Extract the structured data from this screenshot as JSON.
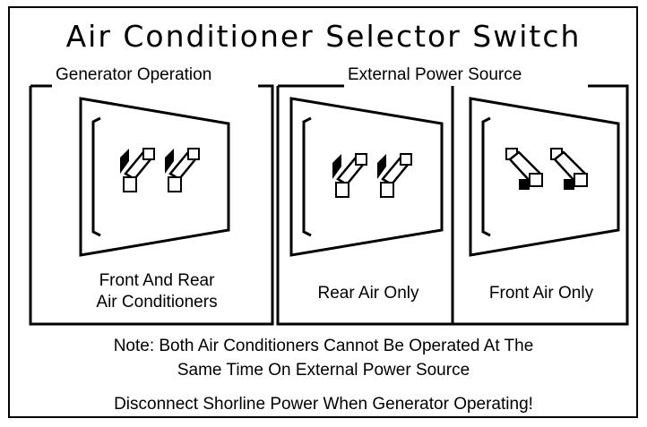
{
  "title": "Air Conditioner Selector Switch",
  "groups": {
    "generator": "Generator Operation",
    "external": "External Power Source"
  },
  "panels": [
    {
      "label_line1": "Front And Rear",
      "label_line2": "Air Conditioners",
      "switches": [
        "up",
        "up"
      ]
    },
    {
      "label_line1": "Rear Air Only",
      "label_line2": "",
      "switches": [
        "up",
        "up"
      ]
    },
    {
      "label_line1": "Front Air Only",
      "label_line2": "",
      "switches": [
        "down",
        "down"
      ]
    }
  ],
  "note": {
    "line1": "Note: Both Air Conditioners Cannot Be Operated At The",
    "line2": "Same Time On External Power Source"
  },
  "warning": "Disconnect Shorline Power When Generator Operating!"
}
